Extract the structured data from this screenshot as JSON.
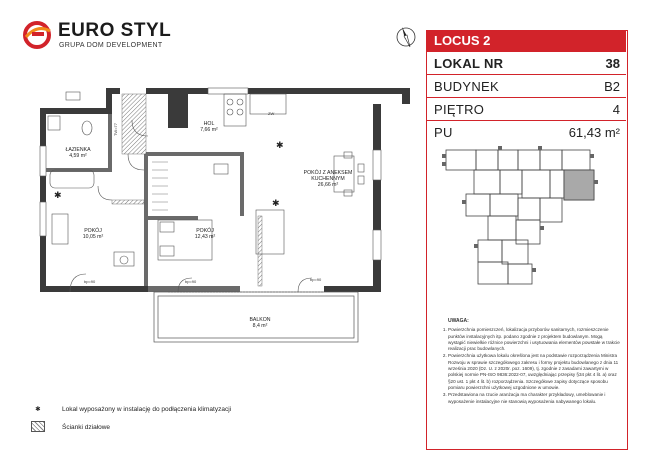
{
  "logo": {
    "name": "EURO STYL",
    "subtitle": "GRUPA DOM DEVELOPMENT",
    "color": "#d2232a"
  },
  "info": {
    "project": "LOCUS 2",
    "rows": [
      {
        "label": "LOKAL NR",
        "value": "38"
      },
      {
        "label": "BUDYNEK",
        "value": "B2"
      },
      {
        "label": "PIĘTRO",
        "value": "4"
      },
      {
        "label": "PU",
        "value": "61,43 m²"
      }
    ]
  },
  "rooms": {
    "hol": {
      "name": "HOL",
      "area": "7,66 m²"
    },
    "lazienka": {
      "name": "ŁAZIENKA",
      "area": "4,59 m²"
    },
    "pokoj1": {
      "name": "POKÓJ",
      "area": "10,05 m²"
    },
    "pokoj2": {
      "name": "POKÓJ",
      "area": "12,43 m²"
    },
    "salon": {
      "name": "POKÓJ Z ANEKSEM KUCHENNYM",
      "area": "26,66 m²"
    },
    "balkon": {
      "name": "BALKON",
      "area": "8,4 m²"
    }
  },
  "tags": {
    "bp1": "bp=90",
    "bp2": "bp=90",
    "bp3": "bp=90",
    "zw": "ZW",
    "shaft": "TW=77"
  },
  "notes": {
    "title": "UWAGA:",
    "items": [
      "Powierzchnia pomieszczeń, lokalizacja przyborów sanitarnych, rozmieszczenie punktów instalacyjnych itp. podano zgodnie z projektem budowlanym. Mogą wystąpić niewielkie różnice powierzchni i usytuowania elementów powstałe w trakcie realizacji prac budowlanych.",
      "Powierzchnia użytkowa lokalu określona jest na podstawie rozporządzenia Ministra Rozwoju w sprawie szczegółowego zakresu i formy projektu budowlanego z dnia 11 września 2020 (Dz. U. z 2020r. poz. 1609), tj. zgodnie z zasadami zawartymi w polskiej normie PN-ISO 9836:2022-07, uwzględniając przepisy §34 pkt 4 lit. a) oraz §20 ust. 1 pkt 4 lit. b) rozporządzenia. Szczegółowe zapisy dotyczące sposobu pomiaru powierzchni użytkowej uzgodnione w umowie.",
      "Przedstawiona na rzucie aranżacja ma charakter przykładowy, umeblowanie i wyposażenie instalacyjne nie stanowią wyposażenia nabywanego lokalu."
    ]
  },
  "legend": [
    {
      "symbol": "✱",
      "text": "Lokal wyposażony w instalację do podłączenia klimatyzacji"
    },
    {
      "symbol": "hatch",
      "text": "Ścianki działowe"
    }
  ]
}
